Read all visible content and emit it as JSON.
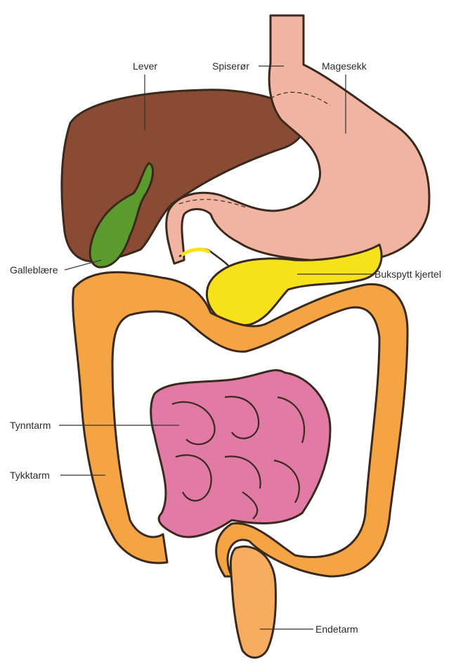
{
  "labels": {
    "lever": "Lever",
    "spiseror": "Spiserør",
    "magesekk": "Magesekk",
    "galleblaere": "Galleblære",
    "bukspyttkjertel": "Bukspytt kjertel",
    "tynntarm": "Tynntarm",
    "tykktarm": "Tykktarm",
    "endetarm": "Endetarm"
  },
  "colors": {
    "liver": "#8a4b34",
    "stomach": "#f1b4a2",
    "gallbladder": "#5b9a2c",
    "pancreas": "#f6e21a",
    "small_intestine": "#e27aa6",
    "large_intestine": "#f5a443",
    "rectum": "#f6ad60",
    "outline": "#3a2a1e"
  }
}
